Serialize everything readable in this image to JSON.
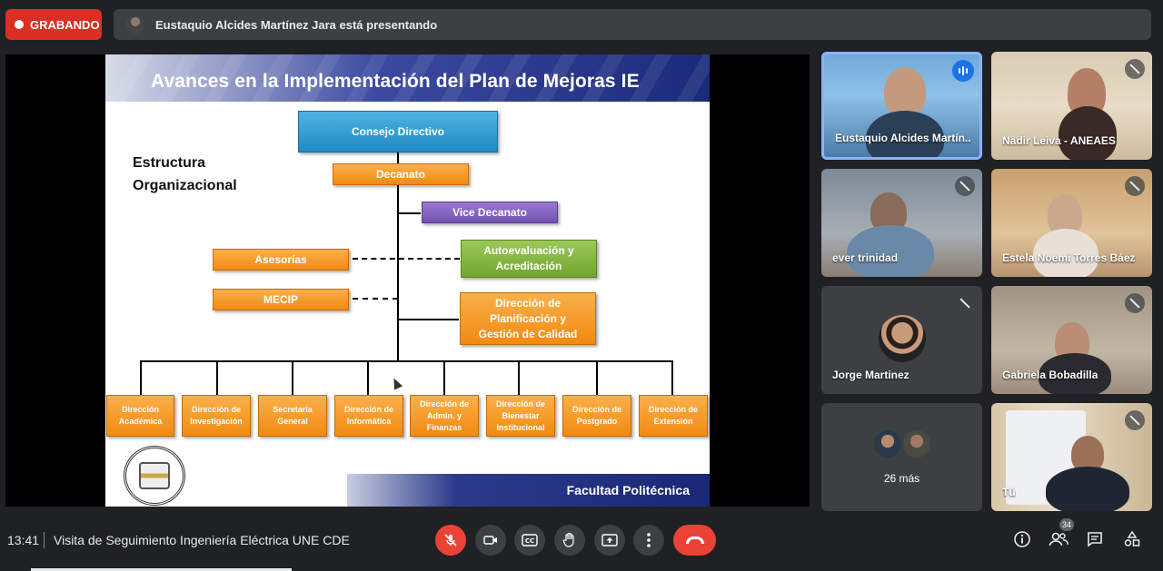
{
  "top": {
    "recording_label": "GRABANDO",
    "presenting_text": "Eustaquio Alcides Martínez Jara está presentando"
  },
  "slide": {
    "title": "Avances en la Implementación del Plan de Mejoras IE",
    "subtitle_line1": "Estructura",
    "subtitle_line2": "Organizacional",
    "boxes": {
      "consejo": "Consejo Directivo",
      "decanato": "Decanato",
      "vice": "Vice Decanato",
      "asesorias": "Asesorías",
      "autoeval_1": "Autoevaluación y",
      "autoeval_2": "Acreditación",
      "mecip": "MECIP",
      "dpgc_1": "Dirección de",
      "dpgc_2": "Planificación y",
      "dpgc_3": "Gestión de Calidad"
    },
    "departments": [
      [
        "Dirección",
        "Académica"
      ],
      [
        "Dirección de",
        "Investigación"
      ],
      [
        "Secretaría",
        "General"
      ],
      [
        "Dirección de",
        "Informática"
      ],
      [
        "Dirección de",
        "Admin. y",
        "Finanzas"
      ],
      [
        "Dirección de",
        "Bienestar",
        "Institucional"
      ],
      [
        "Dirección de",
        "Postgrado"
      ],
      [
        "Dirección de",
        "Extensión"
      ]
    ],
    "footer_text": "Facultad Politécnica"
  },
  "participants": [
    {
      "name": "Eustaquio Alcides Martín...",
      "speaking": true
    },
    {
      "name": "Nadir Leiva - ANEAES",
      "muted": true
    },
    {
      "name": "ever trinidad",
      "muted": true
    },
    {
      "name": "Estela Noemi Torres Báez",
      "muted": true
    },
    {
      "name": "Jorge Martinez",
      "muted": true
    },
    {
      "name": "Gabriela Bobadilla",
      "muted": true
    },
    {
      "more": "26 más"
    },
    {
      "name": "Tú",
      "muted": true
    }
  ],
  "bottom": {
    "time": "13:41",
    "meeting_title": "Visita de Seguimiento Ingeniería Eléctrica UNE CDE",
    "people_count": "34"
  },
  "colors": {
    "record_red": "#d93025",
    "end_call_red": "#ea4335",
    "active_border": "#8ab4f8",
    "background": "#202124"
  }
}
